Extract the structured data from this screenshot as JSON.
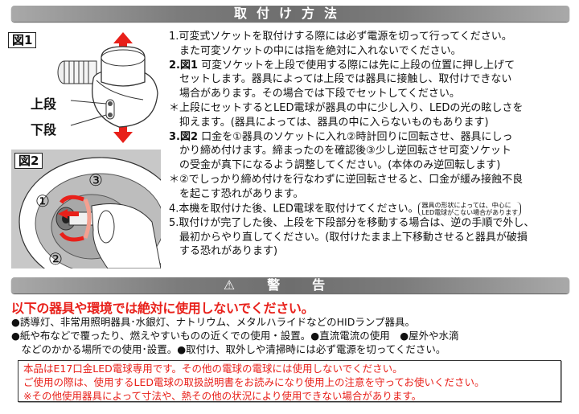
{
  "header": {
    "title": "取付け方法"
  },
  "figures": {
    "fig1": {
      "label": "図1",
      "upper_label": "上段",
      "lower_label": "下段"
    },
    "fig2": {
      "label": "図2",
      "step1": "①",
      "step2": "②",
      "step3": "③"
    }
  },
  "instructions": {
    "item1_line1": "1.可変式ソケットを取付けする際には必ず電源を切って行ってください。",
    "item1_line2": "また可変ソケットの中には指を絶対に入れないでください。",
    "item2_prefix": "2.",
    "item2_fig": "図1",
    "item2_line1": " 可変ソケットを上段で使用する際には先に上段の位置に押し上げて",
    "item2_line2": "セットします。器具によっては上段では器具に接触し、取付けできない",
    "item2_line3": "場合があります。その場合では下段でセットしてください。",
    "note1_line1": "＊上段にセットするとLED電球が器具の中に少し入り、LEDの光の眩しさを",
    "note1_line2": "抑えます。(器具によっては、器具の中に入らないものもあります)",
    "item3_prefix": "3.",
    "item3_fig": "図2",
    "item3_line1": " 口金を①器具のソケットに入れ②時計回りに回転させ、器具にしっ",
    "item3_line2": "かり締め付けます。締まったのを確認後③少し逆回転させ可変ソケット",
    "item3_line3": "の受金が真下になるよう調整してください。(本体のみ逆回転します)",
    "note2_line1": "＊②でしっかり締め付けを行なわずに逆回転させると、口金が緩み接蝕不良",
    "note2_line2": "を起こす恐れがあります。",
    "item4_line1": "4.本機を取付けた後、LED電球を取付けてください。",
    "item4_note_line1": "器具の形状によっては、中心に",
    "item4_note_line2": "LED電球がこない場合があります",
    "item5_line1": "5.取付けが完了した後、上段を下段部分を移動する場合は、逆の手順で外し、",
    "item5_line2": "最初からやり直してください。(取付けたまま上下移動させると器具が破損",
    "item5_line3": "する恐れがあります)"
  },
  "warning": {
    "banner": "⚠警告",
    "headline": "以下の器具や環境では絶対に使用しないでください。",
    "line1": "●誘導灯、非常用照明器具･水銀灯、ナトリウム、メタルハライドなどのHIDランプ器具。",
    "line2": "●紙や布などで覆ったり、燃えやすいものの近くでの使用・設置。●直流電流の使用　●屋外や水滴",
    "line3": "　などのかかる場所での使用･設置。●取付け、取外しや清掃時には必ず電源を切ってください。"
  },
  "notice": {
    "line1": "本品はE17口金LED電球専用です。その他の電球の電球には使用しないでください。",
    "line2": "ご使用の際は、使用するLED電球の取扱説明書をお読みになり使用上の注意を守ってお使いください。",
    "line3": "※その他使用器具によって寸法や、熱その他の状況により使用できない場合があります。"
  },
  "colors": {
    "accent_red": "#e8201a",
    "banner_gray": "#7c7c7c",
    "arrow_red": "#e8201a"
  }
}
